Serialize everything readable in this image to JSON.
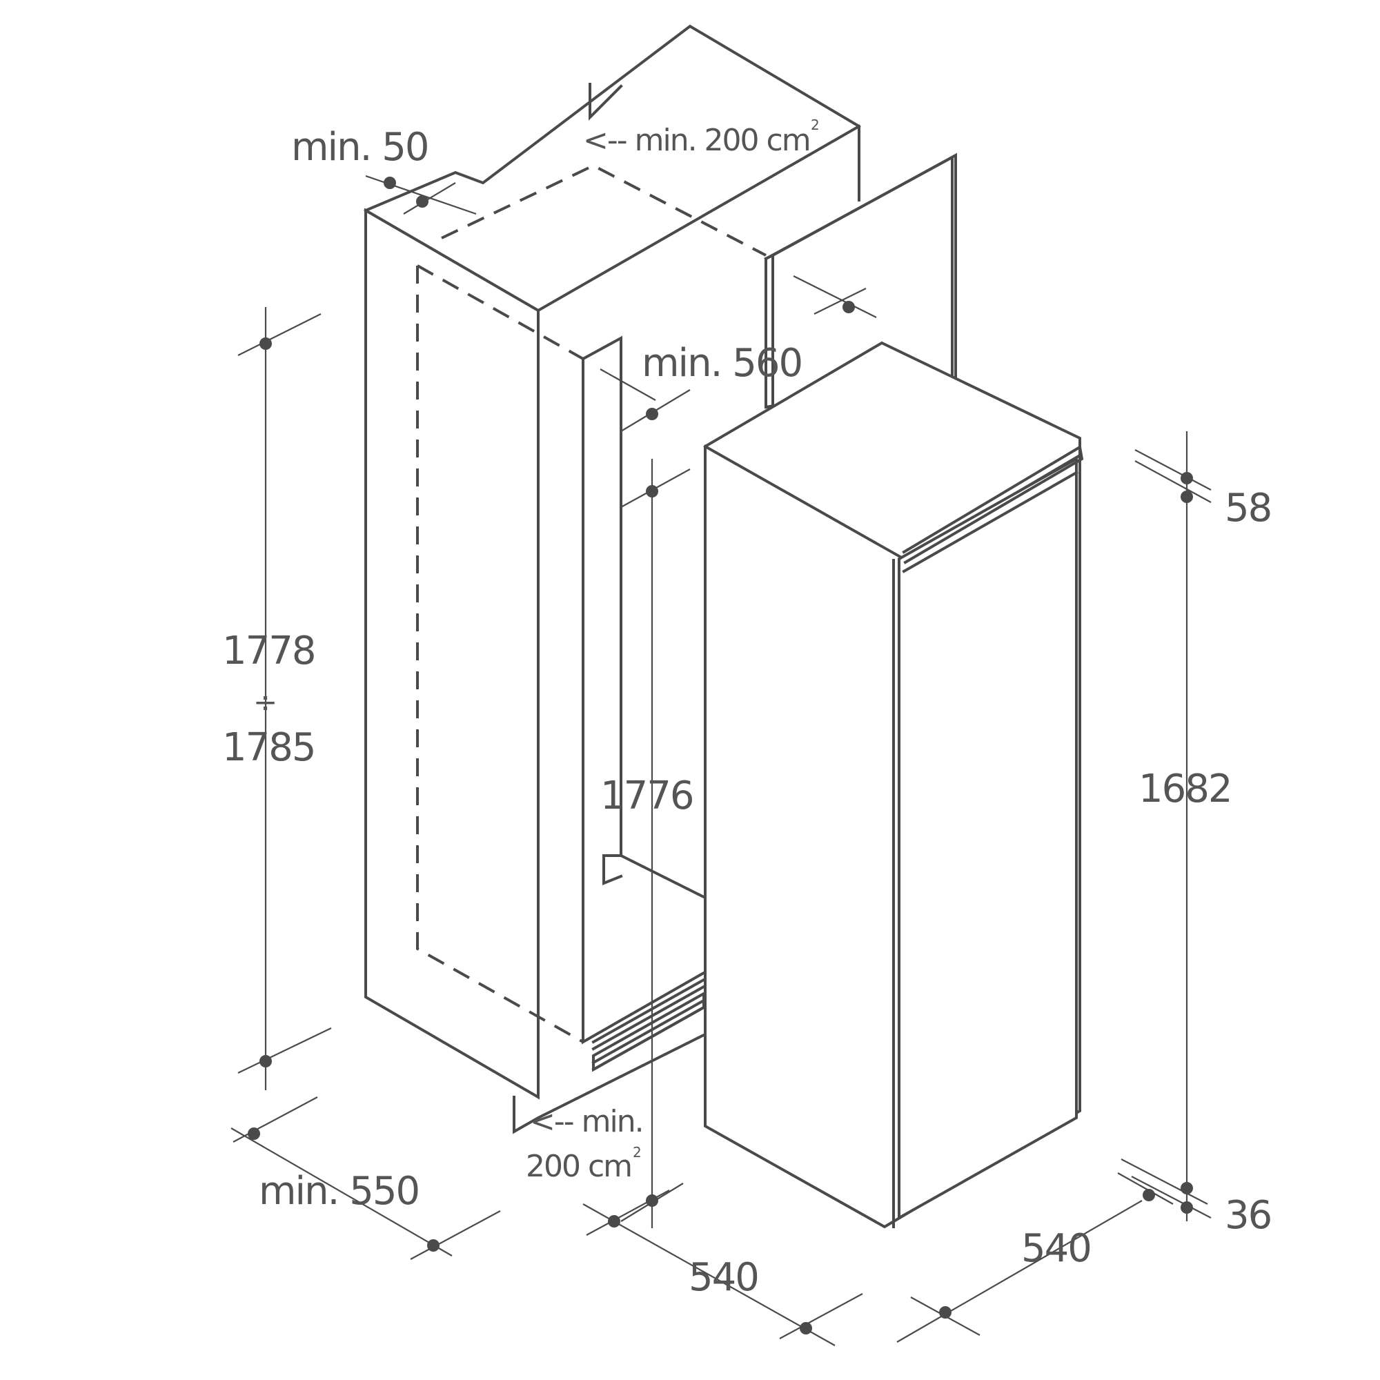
{
  "labels": {
    "top_depth_gap": "min. 50",
    "top_vent_area": "<-- min. 200 cm",
    "top_vent_sup": "2",
    "niche_width": "min. 560",
    "niche_height_min": "1778",
    "niche_height_range_sign": "÷",
    "niche_height_max": "1785",
    "niche_inner_height": "1776",
    "niche_depth": "min. 550",
    "bottom_vent_min": "<-- min.",
    "bottom_vent_area": "200 cm",
    "bottom_vent_sup": "2",
    "cabinet_width": "540",
    "appliance_top_gap": "58",
    "appliance_height": "1682",
    "appliance_bottom_gap": "36",
    "appliance_depth": "540"
  },
  "colors": {
    "line": "#4a4a4a",
    "text": "#555555",
    "background": "#ffffff"
  }
}
